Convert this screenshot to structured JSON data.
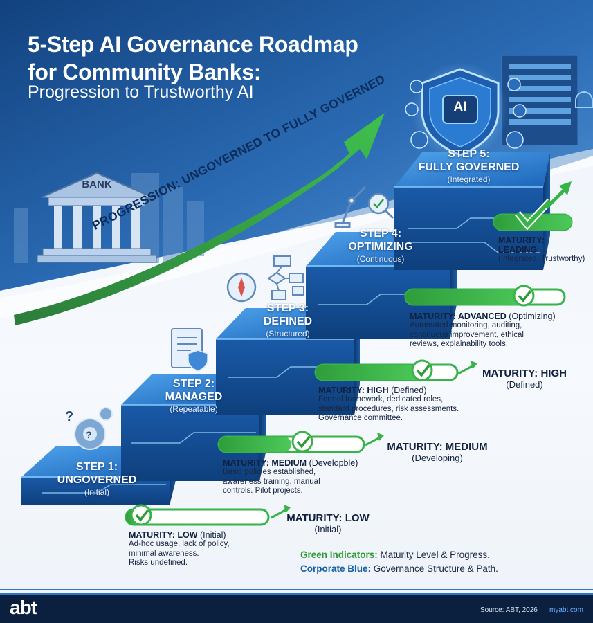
{
  "header": {
    "title_line1": "5-Step AI Governance Roadmap",
    "title_line2": "for Community Banks:",
    "subtitle": "Progression to Trustworthy AI"
  },
  "bank_sign": "BANK",
  "progression_label": "PROGRESSION: UNGOVERNED TO FULLY GOVERNED",
  "shield_badge": "AI",
  "steps": [
    {
      "line1": "STEP 1:",
      "line2": "UNGOVERNED",
      "sub": "(Initial)"
    },
    {
      "line1": "STEP 2:",
      "line2": "MANAGED",
      "sub": "(Repeatable)"
    },
    {
      "line1": "STEP 3:",
      "line2": "DEFINED",
      "sub": "(Structured)"
    },
    {
      "line1": "STEP 4:",
      "line2": "OPTIMIZING",
      "sub": "(Continuous)"
    },
    {
      "line1": "STEP 5:",
      "line2": "FULLY GOVERNED",
      "sub": "(Integrated)"
    }
  ],
  "maturity": [
    {
      "progress": 0.1,
      "title": "MATURITY: LOW",
      "level": "(Initial)",
      "desc": [
        "Ad-hoc usage, lack of policy,",
        "minimal awareness.",
        "Risks undefined."
      ],
      "right_title": "MATURITY: LOW",
      "right_sub": "(Initial)"
    },
    {
      "progress": 0.5,
      "title": "MATURITY: MEDIUM",
      "level": "(Developble)",
      "desc": [
        "Basic policies established,",
        "awareness training, manual",
        "controls. Pilot projects."
      ],
      "right_title": "MATURITY: MEDIUM",
      "right_sub": "(Developing)"
    },
    {
      "progress": 0.75,
      "title": "MATURITY: HIGH",
      "level": "(Defined)",
      "desc": [
        "Formal framework, dedicated roles,",
        "standard procedures, risk assessments.",
        "Governance committee."
      ],
      "right_title": "MATURITY: HIGH",
      "right_sub": "(Defined)"
    },
    {
      "progress": 0.8,
      "title": "MATURITY: ADVANCED",
      "level": "(Optimizing)",
      "desc": [
        "Automated monitoring, auditing,",
        "continuous improvement, ethical",
        "reviews, explainability tools."
      ]
    },
    {
      "progress": 1.0,
      "title": "MATURITY:",
      "title2": "LEADING",
      "level": "(Integrated, Trustworthy)"
    }
  ],
  "legend": {
    "green_label": "Green Indicators:",
    "green_text": " Maturity Level & Progress.",
    "blue_label": "Corporate Blue:",
    "blue_text": " Governance Structure & Path."
  },
  "footer": {
    "logo": "abt",
    "source": "Source: ABT, 2026",
    "url": "myabt.com"
  },
  "colors": {
    "navy": "#0b2a57",
    "blue": "#1f6fc4",
    "green": "#37b34a",
    "footer": "#0b1f3f"
  }
}
